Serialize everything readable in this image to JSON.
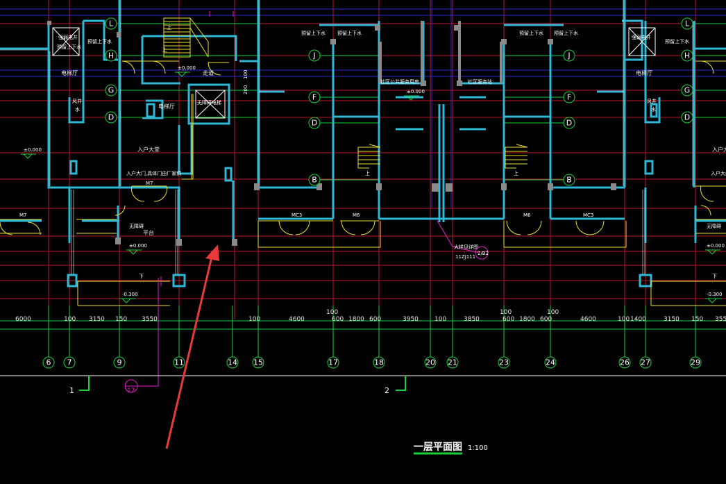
{
  "drawing": {
    "title": "一层平面图",
    "scale": "1:100"
  },
  "rooms": {
    "left_elevator_lobby": "电梯厅",
    "left_pipe_well": "风井",
    "left_well_label": "水",
    "left_entrance_hall": "入户大堂",
    "left_door_note": "入户大门,具体门由厂家供",
    "left_corridor": "走道",
    "left_platform": "平台",
    "left_access": "无障碍",
    "left_elevator_box": "无障碍电梯",
    "left_shaft_top": "强弱电井",
    "left_shaft_top2": "预留上下水",
    "left_top_water": "预留上下水",
    "mid_left_water_a": "预留上下水",
    "mid_left_water_b": "预留上下水",
    "community_service": "社区公共服务用房",
    "community_office": "社区服务站",
    "right_water_a": "预留上下水",
    "right_water_b": "预留上下水",
    "right_elevator_lobby": "电梯厅",
    "right_pipe_well": "风井",
    "right_well_label": "水",
    "right_top_water": "预留上下水",
    "right_shaft_top": "强弱电井",
    "right_entrance_hall": "入户大",
    "right_door_note": "入户大门",
    "right_access": "无障碍",
    "stair_up": "上",
    "stair_up2": "上",
    "stair_up3": "上",
    "stair_up4": "上",
    "stair_down": "下",
    "stair_down2": "下",
    "ref_note": "大样见详图",
    "ref_code": "11ZJ111",
    "ref_bubble": "2/B2"
  },
  "doors": {
    "m7_left": "M7",
    "m7_mid": "M7",
    "m6_a": "M6",
    "m3_a": "MC3",
    "m6_b": "M6",
    "m3_b": "MC3"
  },
  "levels": {
    "l0_a": "±0.000",
    "l0_b": "±0.000",
    "l0_c": "±0.000",
    "l0_d": "±0.000",
    "l0_e": "±0.000",
    "l_neg1": "-0.300",
    "l_neg2": "-0.300",
    "elev_a": "200",
    "elev_b": "100",
    "elev_pos": "±0.000"
  },
  "row_axes": [
    "L",
    "H",
    "G",
    "D",
    "J",
    "F",
    "D",
    "B",
    "J",
    "F",
    "D",
    "B",
    "L",
    "H",
    "G",
    "D"
  ],
  "col_axes": [
    "6",
    "7",
    "9",
    "11",
    "14",
    "15",
    "17",
    "18",
    "20",
    "21",
    "23",
    "24",
    "26",
    "27",
    "29"
  ],
  "dimensions": {
    "d1": "6000",
    "d2": "100",
    "d3": "3150",
    "d4": "150",
    "d5": "3550",
    "d6": "100",
    "d7": "4600",
    "d8": "100",
    "d9": "600",
    "d10": "1800",
    "d11": "600",
    "d12": "3950",
    "d13": "100",
    "d14": "3850",
    "d15": "100",
    "d16": "600",
    "d17": "1800",
    "d18": "600",
    "d19": "100",
    "d20": "4600",
    "d21": "100",
    "d22": "1400",
    "d23": "3150",
    "d24": "150",
    "d25": "355"
  },
  "sections": {
    "s1": "1",
    "s2": "2",
    "detail": "17"
  },
  "colors": {
    "background": "#000000",
    "wall": "#2fb7d6",
    "axis_red": "#c0182a",
    "grid_blue": "#2b2bd8",
    "green": "#19d23a",
    "yellow": "#f0e12b",
    "magenta": "#e41ccd",
    "white": "#ffffff",
    "arrow": "#e83a3a"
  }
}
